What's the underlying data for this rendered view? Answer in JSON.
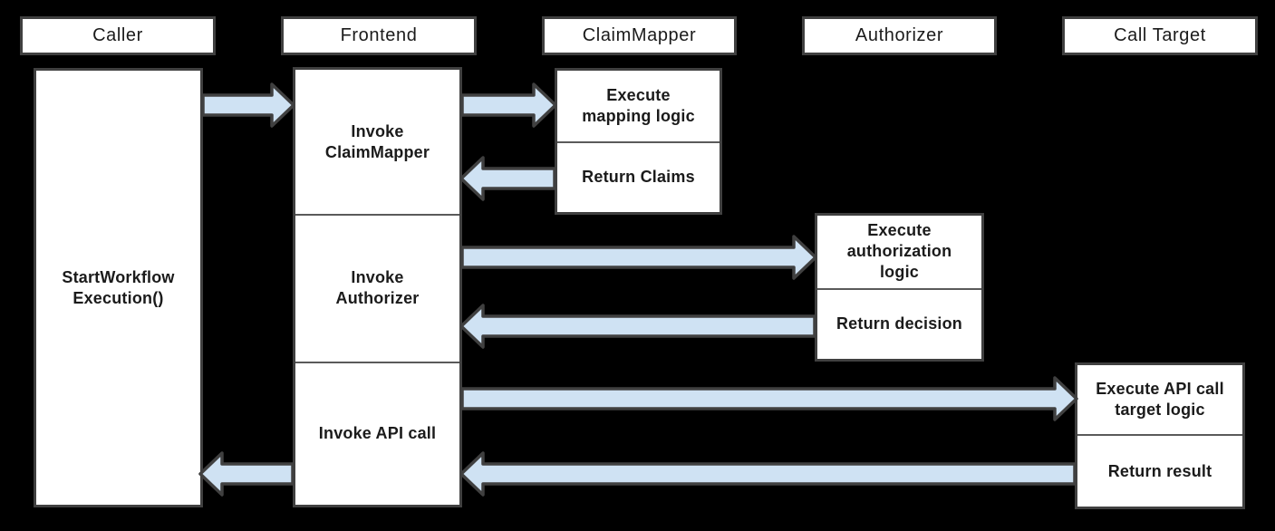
{
  "colors": {
    "background": "#000000",
    "box_fill": "#ffffff",
    "box_border": "#404040",
    "divider": "#5a5a5a",
    "arrow_fill": "#cfe2f3",
    "arrow_stroke": "#404040",
    "text": "#1b1b1b"
  },
  "lanes": {
    "caller": {
      "header": "Caller",
      "activation_label": "StartWorkflow\nExecution()"
    },
    "frontend": {
      "header": "Frontend",
      "steps": [
        "Invoke\nClaimMapper",
        "Invoke\nAuthorizer",
        "Invoke API call"
      ]
    },
    "claimmapper": {
      "header": "ClaimMapper",
      "steps": [
        "Execute\nmapping logic",
        "Return Claims"
      ]
    },
    "authorizer": {
      "header": "Authorizer",
      "steps": [
        "Execute\nauthorization\nlogic",
        "Return decision"
      ]
    },
    "calltarget": {
      "header": "Call Target",
      "steps": [
        "Execute API call\ntarget logic",
        "Return result"
      ]
    }
  }
}
